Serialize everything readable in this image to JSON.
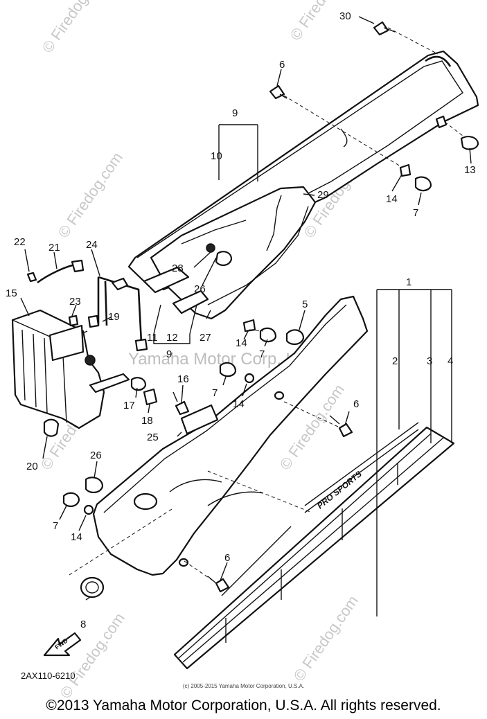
{
  "watermarks": {
    "site": "© Firedog.com",
    "brand": "Yamaha Motor Corp. U.S.A."
  },
  "callouts": {
    "c30": "30",
    "c6a": "6",
    "c9a": "9",
    "c10": "10",
    "c29": "29",
    "c14a": "14",
    "c7a": "7",
    "c13": "13",
    "c22": "22",
    "c21": "21",
    "c24": "24",
    "c28": "28",
    "c26a": "26",
    "c15": "15",
    "c23": "23",
    "c19": "19",
    "c11": "11",
    "c12": "12",
    "c9b": "9",
    "c27": "27",
    "c14b": "14",
    "c7b": "7",
    "c5": "5",
    "c1": "1",
    "c2": "2",
    "c3": "3",
    "c4": "4",
    "c16": "16",
    "c17": "17",
    "c18": "18",
    "c7c": "7",
    "c14c": "14",
    "c6b": "6",
    "c25": "25",
    "c20": "20",
    "c26b": "26",
    "c7d": "7",
    "c14d": "14",
    "c6c": "6",
    "c8": "8"
  },
  "fwd_label": "FWD",
  "emblem_text": "PRO SPORTS",
  "diagram_code": "2AX110-6210",
  "source_line": "(c) 2005-2015 Yamaha Motor Corporation, U.S.A.",
  "copyright": "©2013 Yamaha Motor Corporation, U.S.A. All rights reserved."
}
